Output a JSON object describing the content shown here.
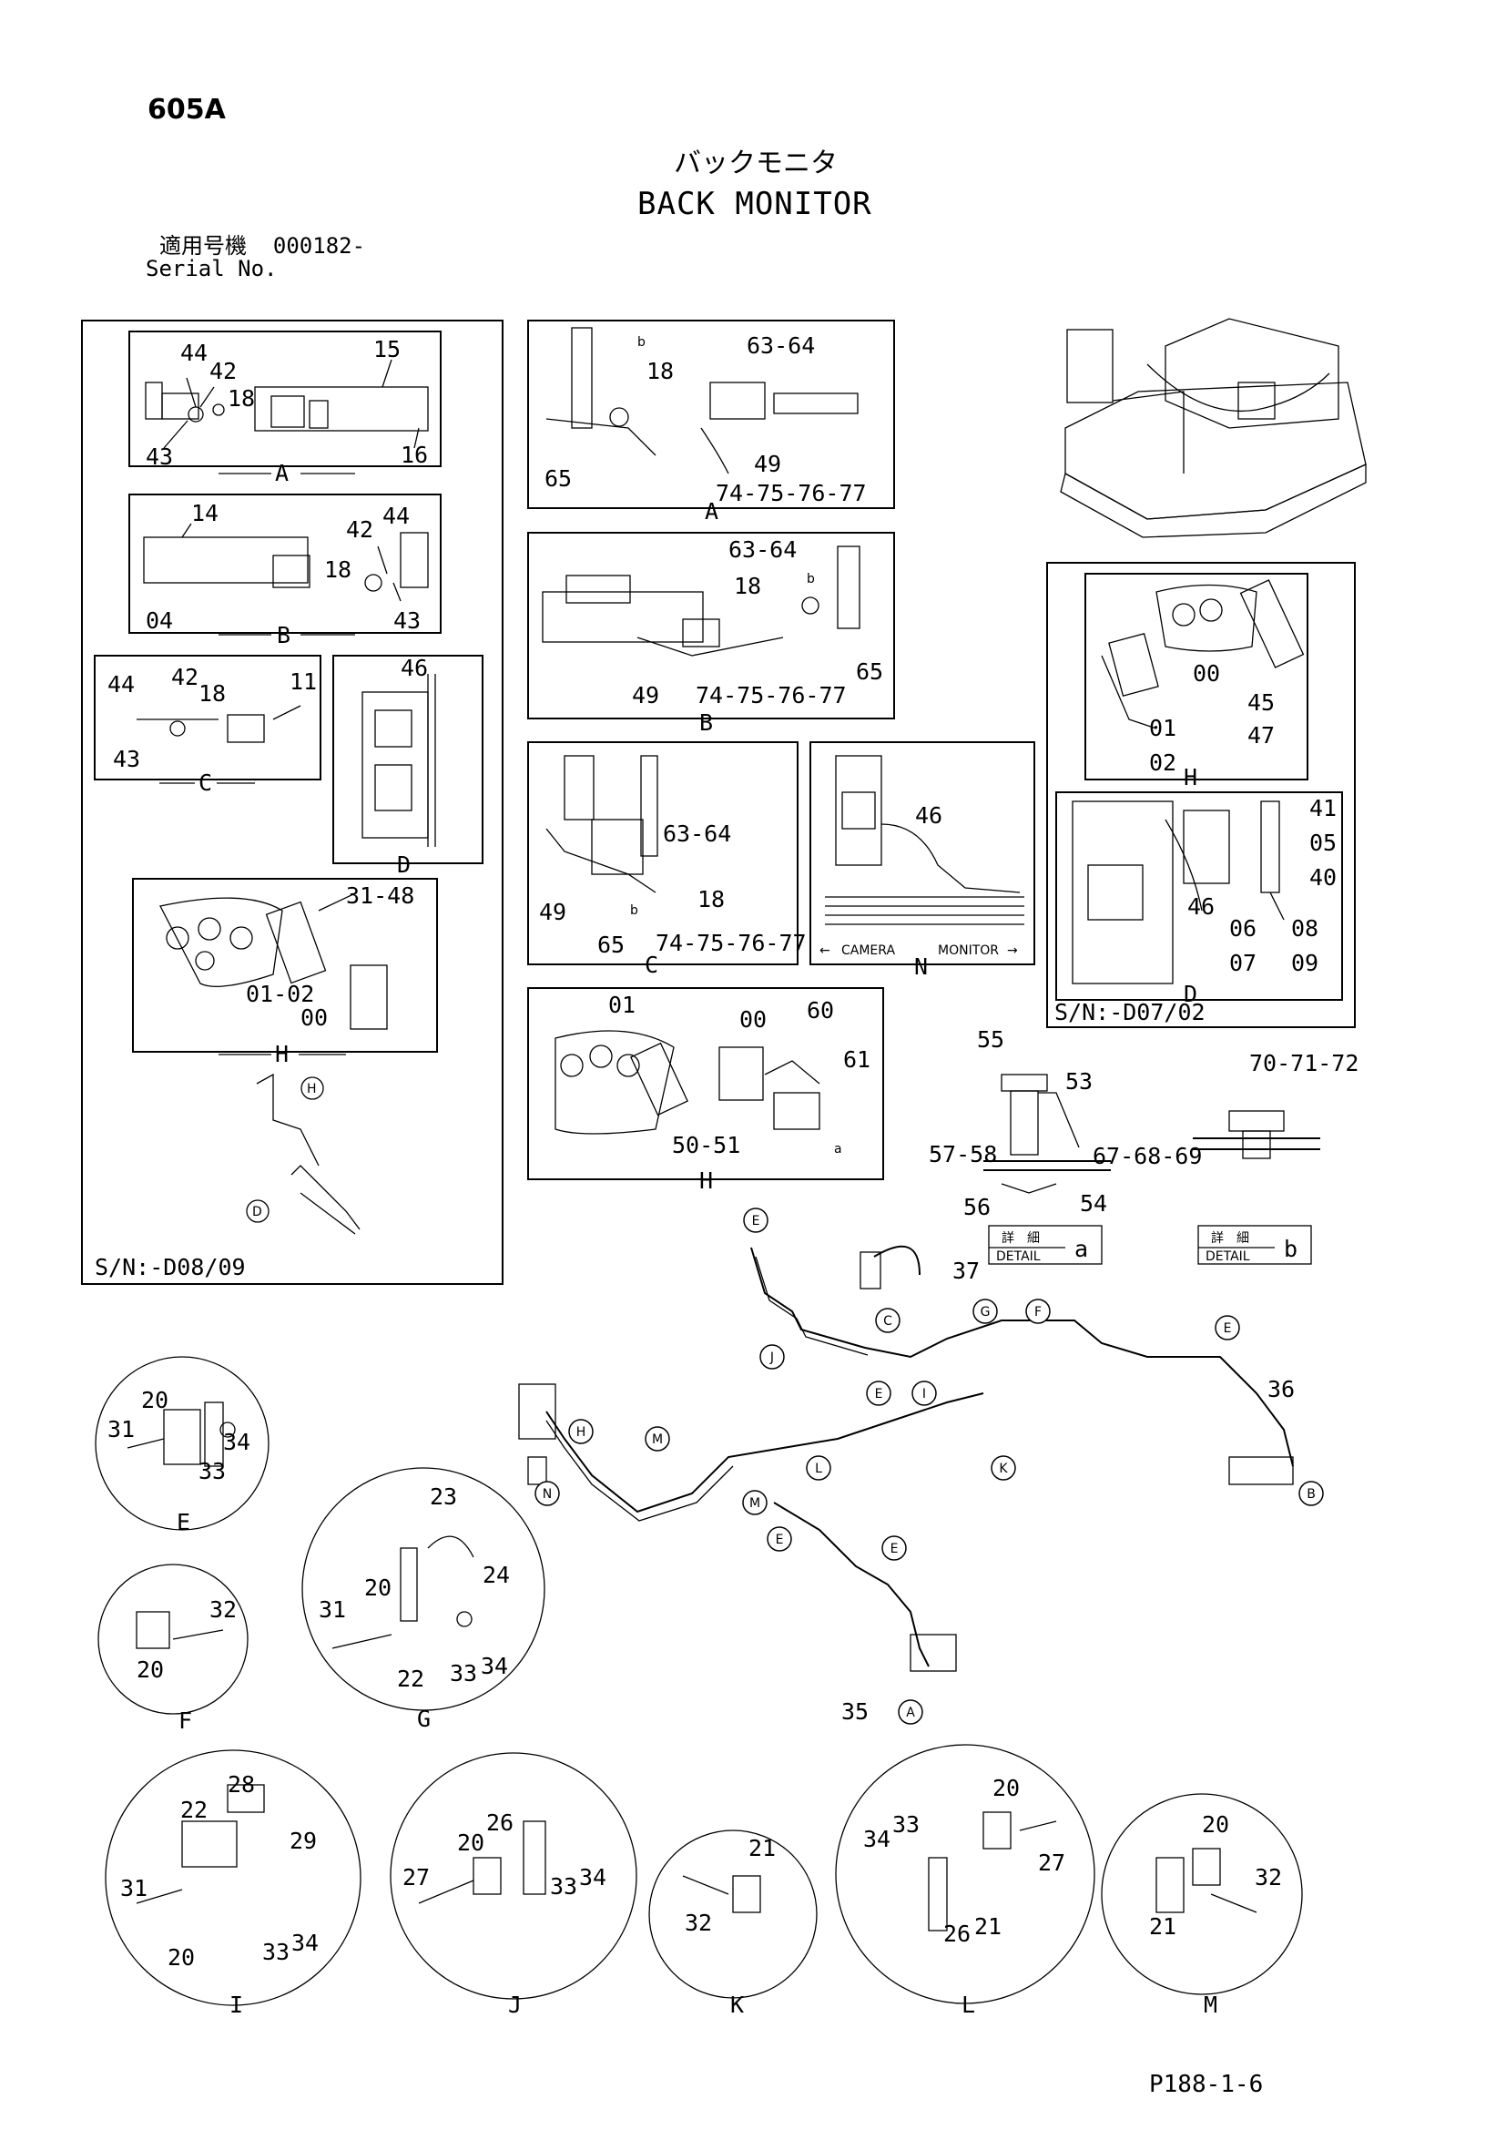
{
  "header": {
    "page_code": "605A",
    "title_jp": "バックモニタ",
    "title_en": "BACK MONITOR",
    "serial_label_jp": "適用号機",
    "serial_value": "000182-",
    "serial_label_en": "Serial No."
  },
  "footer": {
    "page_ref": "P188-1-6"
  },
  "left_panel": {
    "serial_note": "S/N:-D08/09",
    "detail_A_labels": [
      "44",
      "42",
      "18",
      "15",
      "43",
      "16"
    ],
    "detail_A_caption": "A",
    "detail_B_labels": [
      "14",
      "42",
      "44",
      "18",
      "04",
      "43"
    ],
    "detail_B_caption": "B",
    "detail_C_labels": [
      "44",
      "42",
      "18",
      "11",
      "43"
    ],
    "detail_C_caption": "C",
    "detail_D_labels": [
      "46"
    ],
    "detail_D_caption": "D",
    "detail_H_labels": [
      "31-48",
      "01-02",
      "00"
    ],
    "detail_H_caption": "H",
    "callout_H": "H",
    "callout_D": "D"
  },
  "center_panels": {
    "A": {
      "labels": [
        "b",
        "18",
        "63-64",
        "65",
        "49",
        "74-75-76-77"
      ],
      "caption": "A"
    },
    "B": {
      "labels": [
        "63-64",
        "18",
        "b",
        "49",
        "74-75-76-77",
        "65"
      ],
      "caption": "B"
    },
    "C": {
      "labels": [
        "63-64",
        "49",
        "b",
        "18",
        "65",
        "74-75-76-77"
      ],
      "caption": "C"
    },
    "N": {
      "labels": [
        "46"
      ],
      "camera": "CAMERA",
      "monitor": "MONITOR",
      "caption": "N"
    },
    "H": {
      "labels": [
        "01",
        "00",
        "60",
        "61",
        "50-51",
        "a"
      ],
      "caption": "H"
    }
  },
  "right_panel": {
    "serial_note": "S/N:-D07/02",
    "H_labels": [
      "00",
      "45",
      "47",
      "01",
      "02"
    ],
    "H_caption": "H",
    "D_labels": [
      "41",
      "05",
      "40",
      "46",
      "06",
      "07",
      "08",
      "09"
    ],
    "D_caption": "D"
  },
  "detail_a": {
    "labels": [
      "55",
      "53",
      "57-58",
      "54",
      "56"
    ],
    "tag_jp": "詳　細",
    "tag_en": "DETAIL",
    "tag_letter": "a"
  },
  "detail_b": {
    "labels": [
      "70-71-72",
      "67-68-69"
    ],
    "tag_jp": "詳　細",
    "tag_en": "DETAIL",
    "tag_letter": "b"
  },
  "harness": {
    "labels": [
      "37",
      "36",
      "35"
    ],
    "callouts": [
      "E",
      "C",
      "J",
      "E",
      "I",
      "G",
      "F",
      "E",
      "H",
      "M",
      "L",
      "K",
      "N",
      "M",
      "E",
      "E",
      "B",
      "A"
    ]
  },
  "circles": {
    "E": {
      "labels": [
        "20",
        "31",
        "34",
        "33"
      ],
      "caption": "E"
    },
    "F": {
      "labels": [
        "32",
        "20"
      ],
      "caption": "F"
    },
    "G": {
      "labels": [
        "23",
        "24",
        "20",
        "31",
        "22",
        "33",
        "34"
      ],
      "caption": "G"
    },
    "I": {
      "labels": [
        "22",
        "28",
        "29",
        "31",
        "20",
        "33",
        "34"
      ],
      "caption": "I"
    },
    "J": {
      "labels": [
        "20",
        "26",
        "27",
        "33",
        "34"
      ],
      "caption": "J"
    },
    "K": {
      "labels": [
        "21",
        "32"
      ],
      "caption": "K"
    },
    "L": {
      "labels": [
        "20",
        "34",
        "33",
        "27",
        "26",
        "21"
      ],
      "caption": "L"
    },
    "M": {
      "labels": [
        "20",
        "32",
        "21"
      ],
      "caption": "M"
    }
  }
}
